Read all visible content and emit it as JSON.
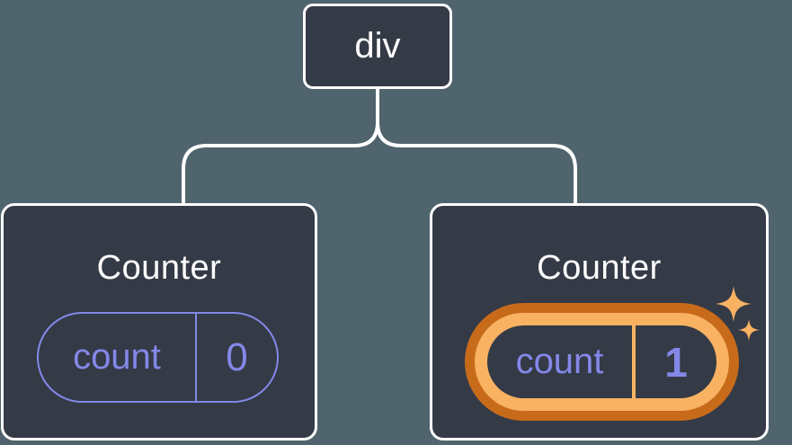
{
  "diagram": {
    "root": {
      "label": "div"
    },
    "children": [
      {
        "title": "Counter",
        "state": {
          "key": "count",
          "value": "0"
        },
        "highlighted": false
      },
      {
        "title": "Counter",
        "state": {
          "key": "count",
          "value": "1"
        },
        "highlighted": true,
        "badge_icon": "sparkles"
      }
    ]
  },
  "colors": {
    "background": "#50646e",
    "card_bg": "#343a46",
    "connector": "#ffffff",
    "title_text": "#ffffff",
    "state_accent": "#8388e8",
    "highlight_outer": "#c76b1b",
    "highlight_inner": "#f9b262"
  }
}
